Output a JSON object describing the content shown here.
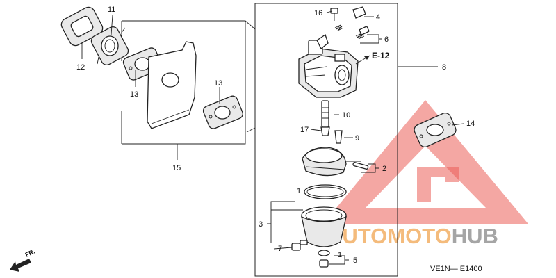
{
  "diagram": {
    "callouts": [
      "1",
      "1",
      "2",
      "3",
      "4",
      "5",
      "6",
      "7",
      "8",
      "9",
      "10",
      "11",
      "12",
      "13",
      "13",
      "14",
      "15",
      "16",
      "17"
    ],
    "reference": "E-12",
    "figure_code": "VE1N— E1400",
    "direction_label": "FR.",
    "watermark": {
      "text_part1": "AUTOMOTO",
      "text_part2": "HUB"
    },
    "colors": {
      "watermark_red": "#e8413a",
      "watermark_orange": "#f0a14a",
      "watermark_gray": "#8a8a8a",
      "line": "#222222"
    }
  }
}
